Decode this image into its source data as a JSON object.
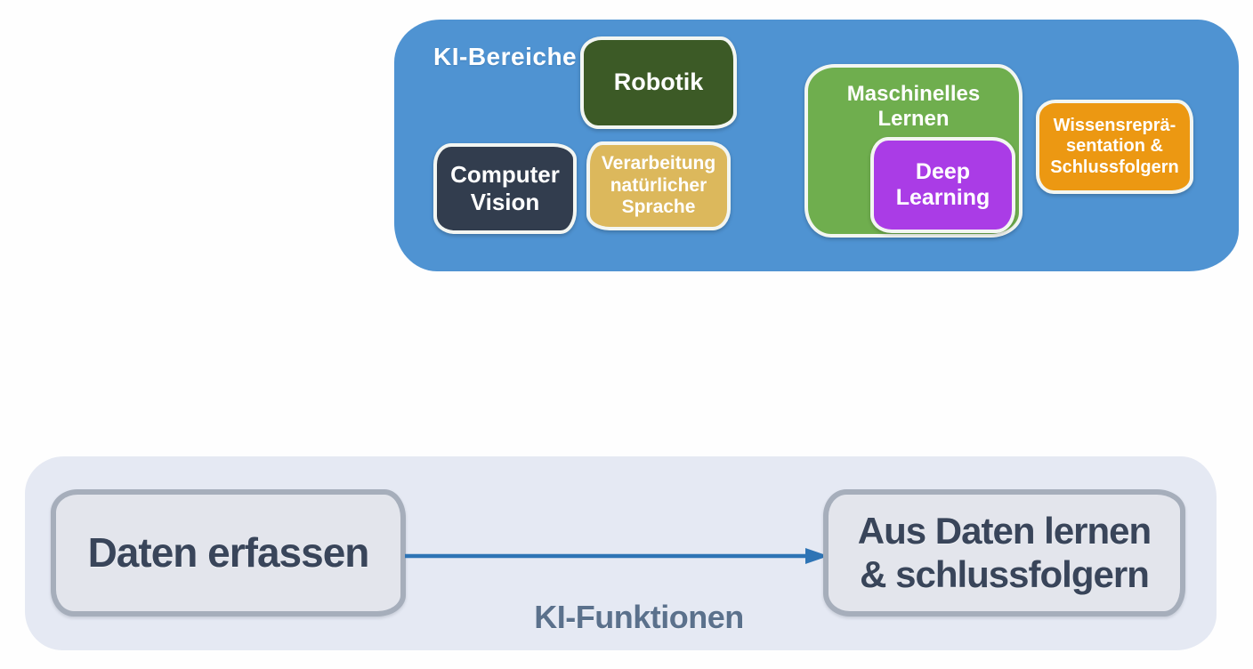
{
  "diagram": {
    "ki_bereiche": {
      "title": "KI-Bereiche",
      "boxes": {
        "robotik": {
          "label": "Robotik"
        },
        "computer_vision": {
          "label": "Computer\nVision"
        },
        "nlp": {
          "label": "Verarbeitung\nnatürlicher\nSprache"
        },
        "maschinelles_lernen": {
          "label": "Maschinelles\nLernen"
        },
        "deep_learning": {
          "label": "Deep\nLearning"
        },
        "wissensrepraesentation": {
          "label": "Wissensreprä-\nsentation &\nSchlussfolgern"
        }
      }
    },
    "ki_funktionen": {
      "title": "KI-Funktionen",
      "daten_erfassen": {
        "label": "Daten erfassen"
      },
      "aus_daten_lernen": {
        "label": "Aus Daten lernen\n& schlussfolgern"
      }
    }
  },
  "colors": {
    "panel_blue": "#4f93d2",
    "robotik_green": "#3c5a26",
    "vision_navy": "#323d4e",
    "nlp_gold": "#dcb85c",
    "ml_green": "#6fae4e",
    "dl_purple": "#aa3ce6",
    "wissen_orange": "#ec9812",
    "funktionen_bg": "#e5e9f3",
    "node_fill": "#e3e5ec",
    "node_border": "#a6aebb",
    "text_dark": "#39455a",
    "funktionen_label": "#5b718c",
    "arrow_blue": "#2e74b5"
  }
}
